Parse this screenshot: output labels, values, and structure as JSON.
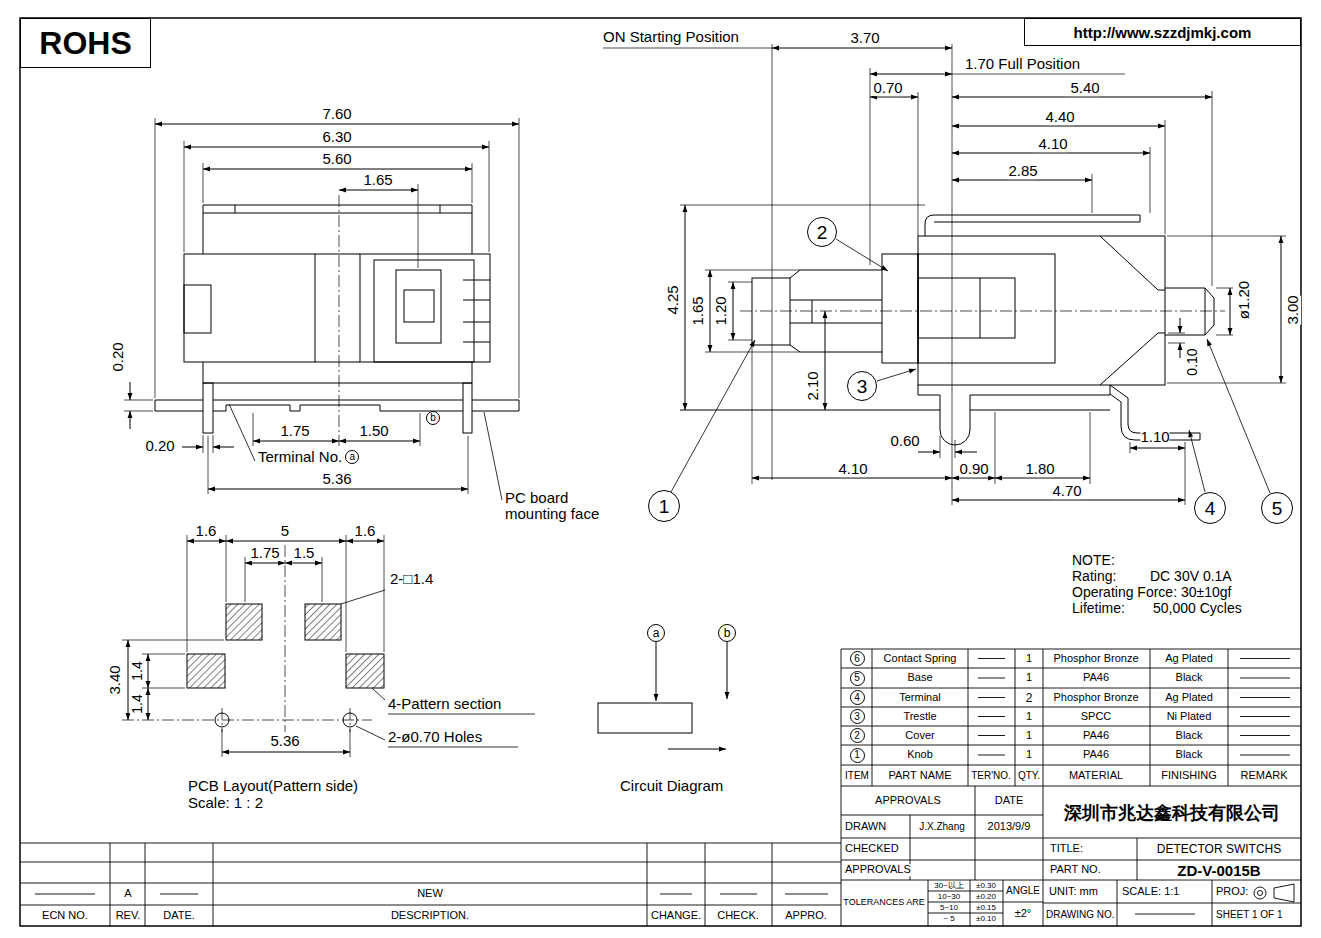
{
  "diagram": {
    "nodes": [
      {
        "text": [
          "ROHS"
        ]
      },
      {
        "text": [
          "http://www.szzdjmkj.com"
        ]
      },
      {
        "text": [
          "2"
        ]
      },
      {
        "text": [
          "3"
        ]
      },
      {
        "text": [
          "1"
        ]
      },
      {
        "text": [
          "4"
        ]
      },
      {
        "text": [
          "5"
        ]
      },
      {
        "text": [
          "a"
        ]
      },
      {
        "text": [
          "b"
        ]
      },
      {
        "text": [
          "a"
        ]
      },
      {
        "text": [
          "b"
        ]
      },
      {
        "text": [
          "6"
        ]
      },
      {
        "text": [
          "5"
        ]
      },
      {
        "text": [
          "4"
        ]
      },
      {
        "text": [
          "3"
        ]
      },
      {
        "text": [
          "2"
        ]
      },
      {
        "text": [
          "1"
        ]
      }
    ],
    "labels": [
      "7.60",
      "6.30",
      "5.60",
      "1.65",
      "0.20",
      "0.20",
      "1.75",
      "1.50",
      "Terminal No.",
      "5.36",
      "PC board mounting face",
      "1.6",
      "5",
      "1.6",
      "1.75",
      "1.5",
      "2-□1.4",
      "3.40",
      "1.4",
      "1.4",
      "4-Pattern section",
      "2-ø0.70 Holes",
      "5.36",
      "PCB Layout(Pattern side)",
      "Scale: 1 : 2",
      "ON Starting Position",
      "3.70",
      "1.70 Full Position",
      "0.70",
      "5.40",
      "4.40",
      "4.10",
      "2.85",
      "4.25",
      "1.65",
      "1.20",
      "2.10",
      "0.60",
      "4.10",
      "0.90",
      "1.80",
      "4.70",
      "1.10",
      "0.10",
      "ø1.20",
      "3.00",
      "Circuit Diagram",
      "NOTE:",
      "Rating:",
      "DC 30V 0.1A",
      "Operating Force: 30±10gf",
      "Lifetime:",
      "50,000 Cycles",
      "Contact Spring",
      "1",
      "Phosphor Bronze",
      "Ag Plated",
      "Base",
      "1",
      "PA46",
      "Black",
      "Terminal",
      "2",
      "Phosphor Bronze",
      "Ag Plated",
      "Trestle",
      "1",
      "SPCC",
      "Ni Plated",
      "Cover",
      "1",
      "PA46",
      "Black",
      "Knob",
      "1",
      "PA46",
      "Black",
      "ITEM",
      "PART NAME",
      "TER'NO.",
      "QTY.",
      "MATERIAL",
      "FINISHING",
      "REMARK",
      "APPROVALS",
      "DATE",
      "深圳市兆达鑫科技有限公司",
      "DRAWN",
      "J.X.Zhang",
      "2013/9/9",
      "CHECKED",
      "TITLE:",
      "DETECTOR SWITCHS",
      "APPROVALS",
      "PART NO.",
      "ZD-V-0015B",
      "TOLERANCES ARE",
      "30~以上",
      "±0.30",
      "10~30",
      "±0.20",
      "5~10",
      "±0.15",
      "~ 5",
      "±0.10",
      "ANGLE",
      "±2°",
      "UNIT: mm",
      "SCALE: 1:1",
      "PROJ:",
      "DRAWING NO.",
      "SHEET 1 OF 1",
      "A",
      "NEW",
      "ECN NO.",
      "REV.",
      "DATE.",
      "DESCRIPTION.",
      "CHANGE.",
      "CHECK.",
      "APPRO."
    ]
  }
}
